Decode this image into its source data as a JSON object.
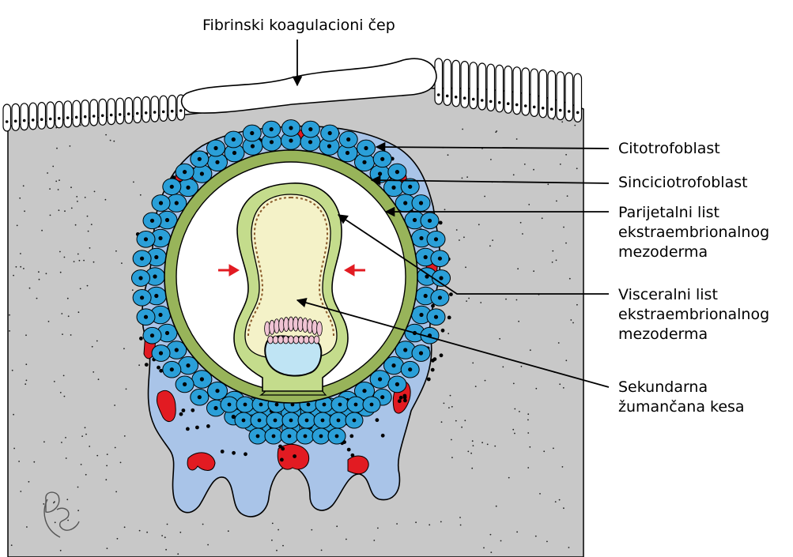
{
  "labels": {
    "fibrin_plug": "Fibrinski koagulacioni čep",
    "cytotrophoblast": "Citotrofoblast",
    "syncytiotrophoblast": "Sinciciotrofoblast",
    "parietal": [
      "Parijetalni list",
      "ekstraembrionalnog",
      "mezoderma"
    ],
    "visceral": [
      "Visceralni list",
      "ekstraembrionalnog",
      "mezoderma"
    ],
    "yolk_sac": [
      "Sekundarna",
      "žumančana kesa"
    ]
  },
  "colors": {
    "tissue": "#c8c8c8",
    "syncytio": "#a9c4e8",
    "cyto": "#2a9fd8",
    "mesoderm": "#98b45a",
    "cavity": "#ffffff",
    "yolk": "#f4f2c8",
    "yolk_wall": "#c4dc8c",
    "embryo_pink": "#f0c4d4",
    "amnion": "#bfe4f4",
    "blood": "#e21b22",
    "arrow": "#e21b22"
  },
  "signature_icon": "dr-monogram-icon"
}
